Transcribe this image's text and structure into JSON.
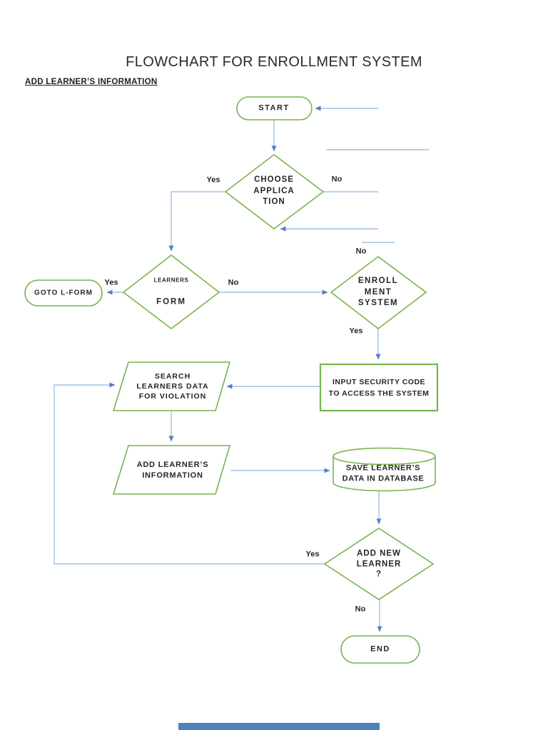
{
  "title": "FLOWCHART FOR ENROLLMENT SYSTEM",
  "subtitle": "ADD LEARNER’S INFORMATION",
  "nodes": {
    "start": {
      "type": "terminator",
      "label": "START"
    },
    "choose_application": {
      "type": "decision",
      "label": "CHOOSE\nAPPLICA\nTION"
    },
    "learners_form": {
      "type": "decision",
      "label_small": "LEARNERS",
      "label_big": "FORM"
    },
    "goto_l_form": {
      "type": "terminator",
      "label": "GOTO L-FORM"
    },
    "enrollment_system": {
      "type": "decision",
      "label": "ENROLL\nMENT\nSYSTEM"
    },
    "input_security_code": {
      "type": "process",
      "label": "INPUT SECURITY CODE\nTO ACCESS THE SYSTEM"
    },
    "search_learners_data": {
      "type": "input-output",
      "label": "SEARCH\nLEARNERS DATA\nFOR VIOLATION"
    },
    "add_learners_information": {
      "type": "input-output",
      "label": "ADD LEARNER’S\nINFORMATION"
    },
    "save_learners_data": {
      "type": "database",
      "label": "SAVE LEARNER’S\nDATA IN DATABASE"
    },
    "add_new_learner": {
      "type": "decision",
      "label": "ADD NEW\nLEARNER\n?"
    },
    "end": {
      "type": "terminator",
      "label": "END"
    }
  },
  "edge_labels": {
    "choose_yes": "Yes",
    "choose_no": "No",
    "learners_yes": "Yes",
    "learners_no": "No",
    "enrollment_no": "No",
    "enrollment_yes": "Yes",
    "add_new_yes": "Yes",
    "add_new_no": "No"
  },
  "colors": {
    "shape_border": "#77b44e",
    "connector": "#9fc2e7",
    "arrowhead": "#4e82c4",
    "label_text": "#262626",
    "title_text": "#2b2b2b",
    "page_edge_bar": "#4f81bd"
  }
}
